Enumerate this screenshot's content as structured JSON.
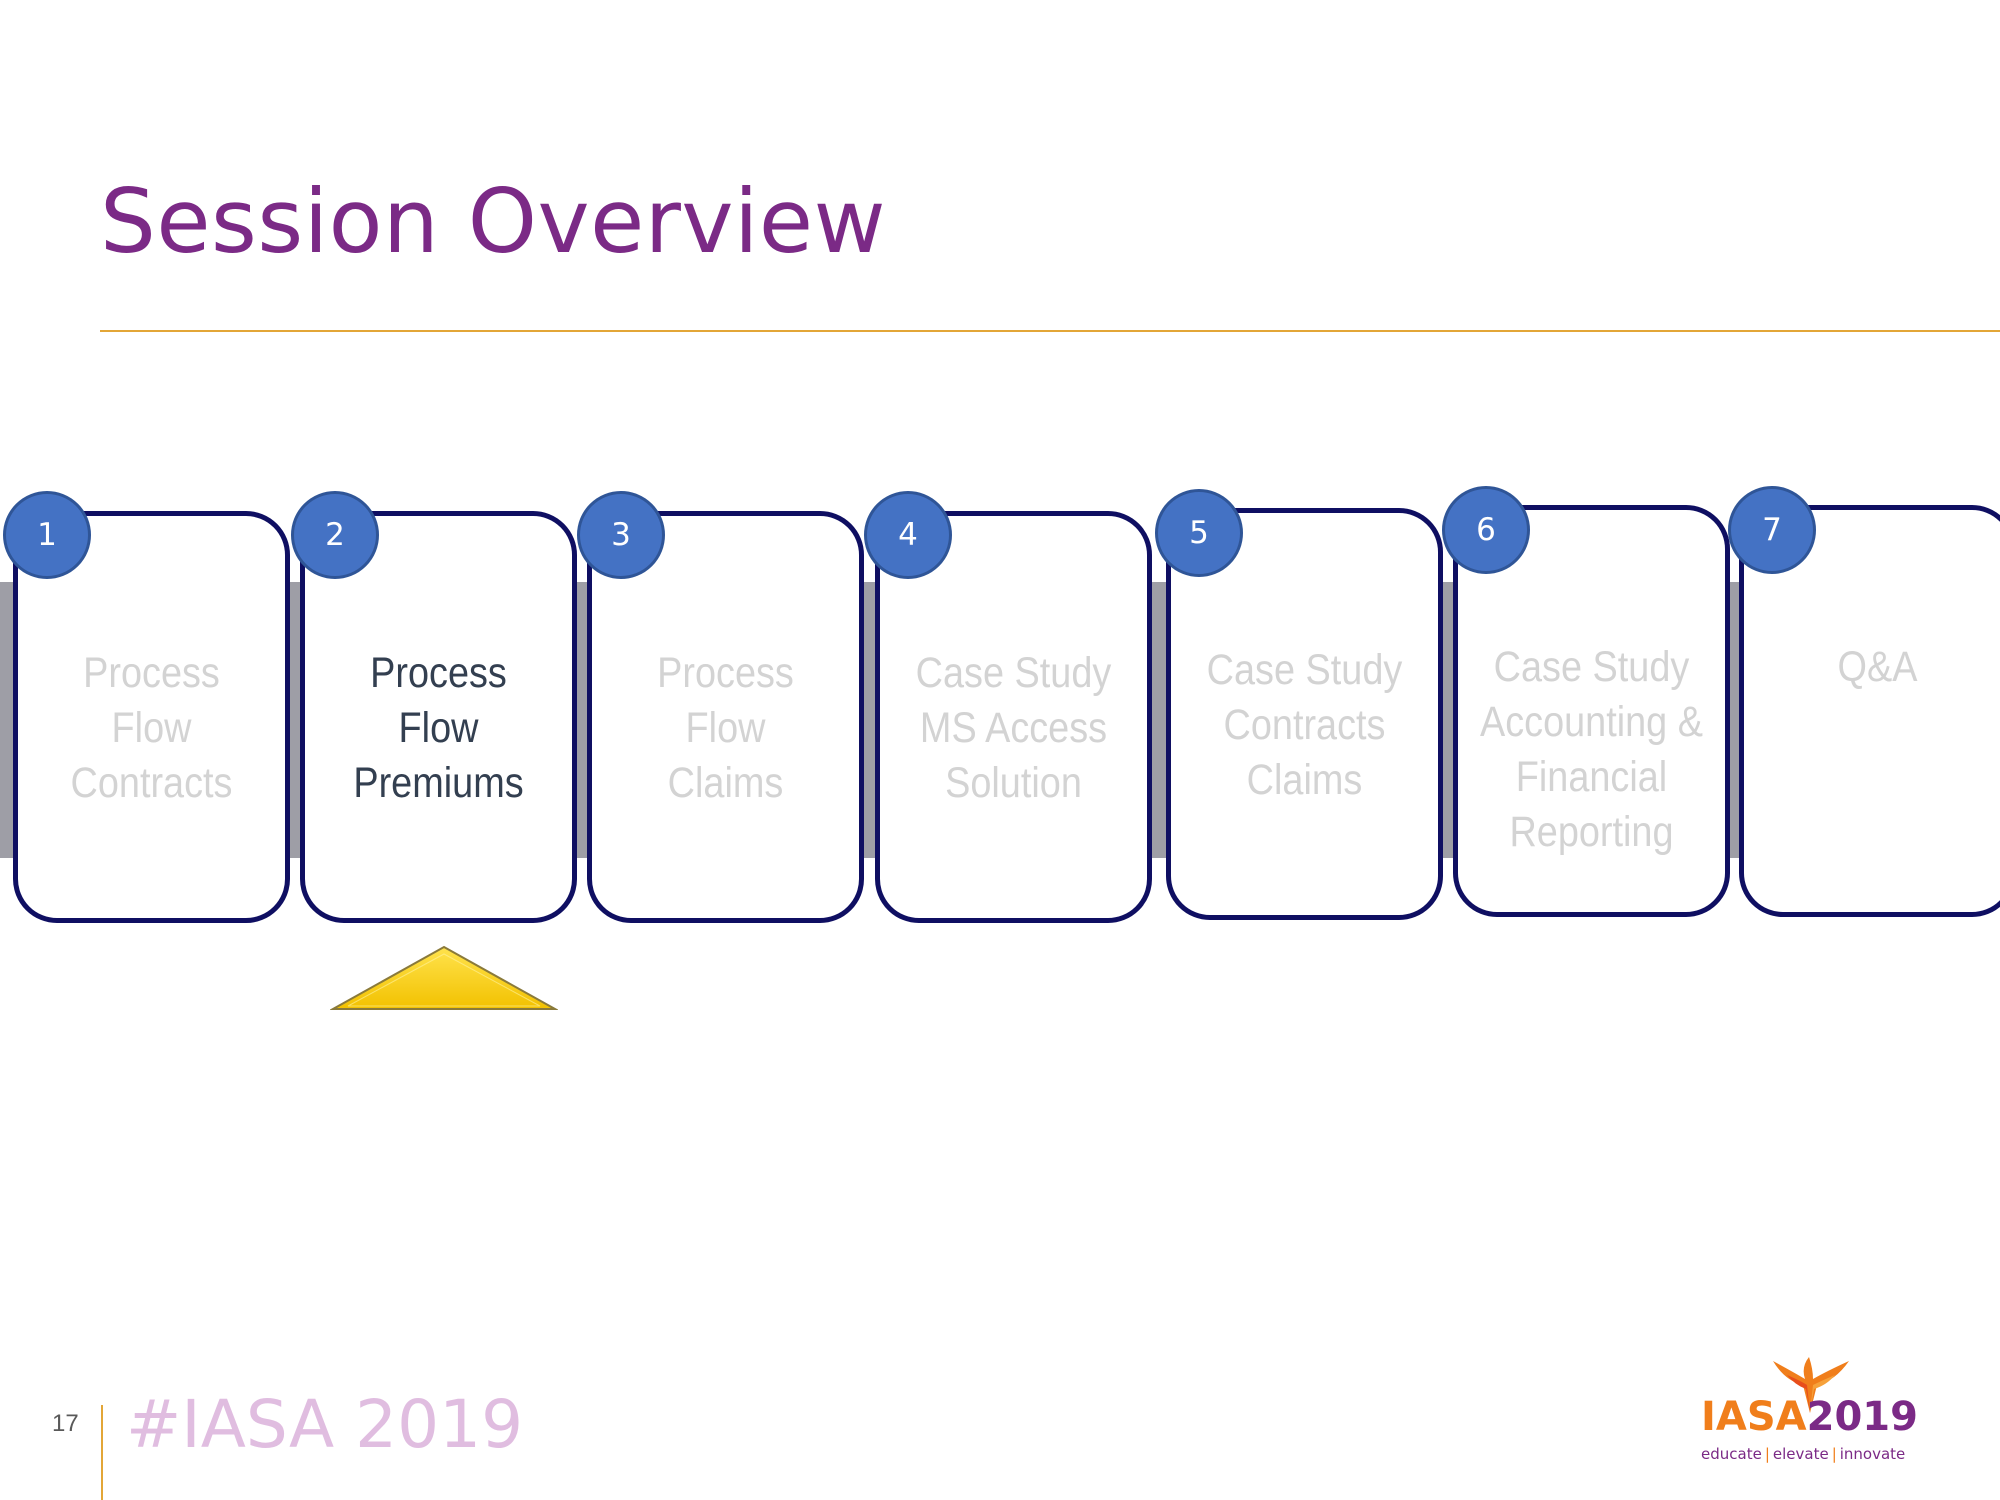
{
  "slide": {
    "title": "Session Overview",
    "page_number": "17",
    "hashtag": "#IASA 2019"
  },
  "logo": {
    "word_part1": "IASA",
    "word_part2": "2019",
    "tagline": [
      "educate",
      "elevate",
      "innovate"
    ],
    "tagline_separator": "|",
    "icon": "phoenix-icon"
  },
  "steps": [
    {
      "number": "1",
      "label": "Process Flow\nContracts",
      "active": false
    },
    {
      "number": "2",
      "label": "Process Flow\nPremiums",
      "active": true
    },
    {
      "number": "3",
      "label": "Process Flow\nClaims",
      "active": false
    },
    {
      "number": "4",
      "label": "Case Study\nMS Access\nSolution",
      "active": false
    },
    {
      "number": "5",
      "label": "Case Study\nContracts\nClaims",
      "active": false
    },
    {
      "number": "6",
      "label": "Case Study\nAccounting &\nFinancial\nReporting",
      "active": false
    },
    {
      "number": "7",
      "label": "Q&A",
      "active": false
    }
  ],
  "current_step": "2",
  "colors": {
    "title": "#7b2a86",
    "accent_rule": "#e3a637",
    "card_border": "#0f0f62",
    "badge": "#4472c4",
    "inactive_text": "#d3d3d3",
    "active_text": "#333f50",
    "indicator": "#ffcc00"
  }
}
